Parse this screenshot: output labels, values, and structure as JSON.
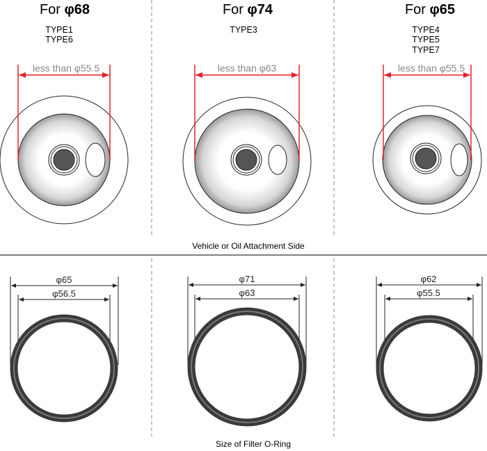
{
  "columns": [
    {
      "title_prefix": "For ",
      "title_size": "φ68",
      "types": [
        "TYPE1",
        "TYPE6"
      ],
      "limit_label": "less than φ55.5",
      "oring_outer": "φ65",
      "oring_inner": "φ56.5"
    },
    {
      "title_prefix": "For ",
      "title_size": "φ74",
      "types": [
        "TYPE3"
      ],
      "limit_label": "less than φ63",
      "oring_outer": "φ71",
      "oring_inner": "φ63"
    },
    {
      "title_prefix": "For ",
      "title_size": "φ65",
      "types": [
        "TYPE4",
        "TYPE5",
        "TYPE7"
      ],
      "limit_label": "less than φ55.5",
      "oring_outer": "φ62",
      "oring_inner": "φ55.5"
    }
  ],
  "captions": {
    "top": "Vehicle or Oil Attachment Side",
    "bottom": "Size of Filter O-Ring"
  },
  "colors": {
    "limit_line": "#e8202a",
    "oring": "#3a3a3a",
    "hub": "#555555"
  }
}
